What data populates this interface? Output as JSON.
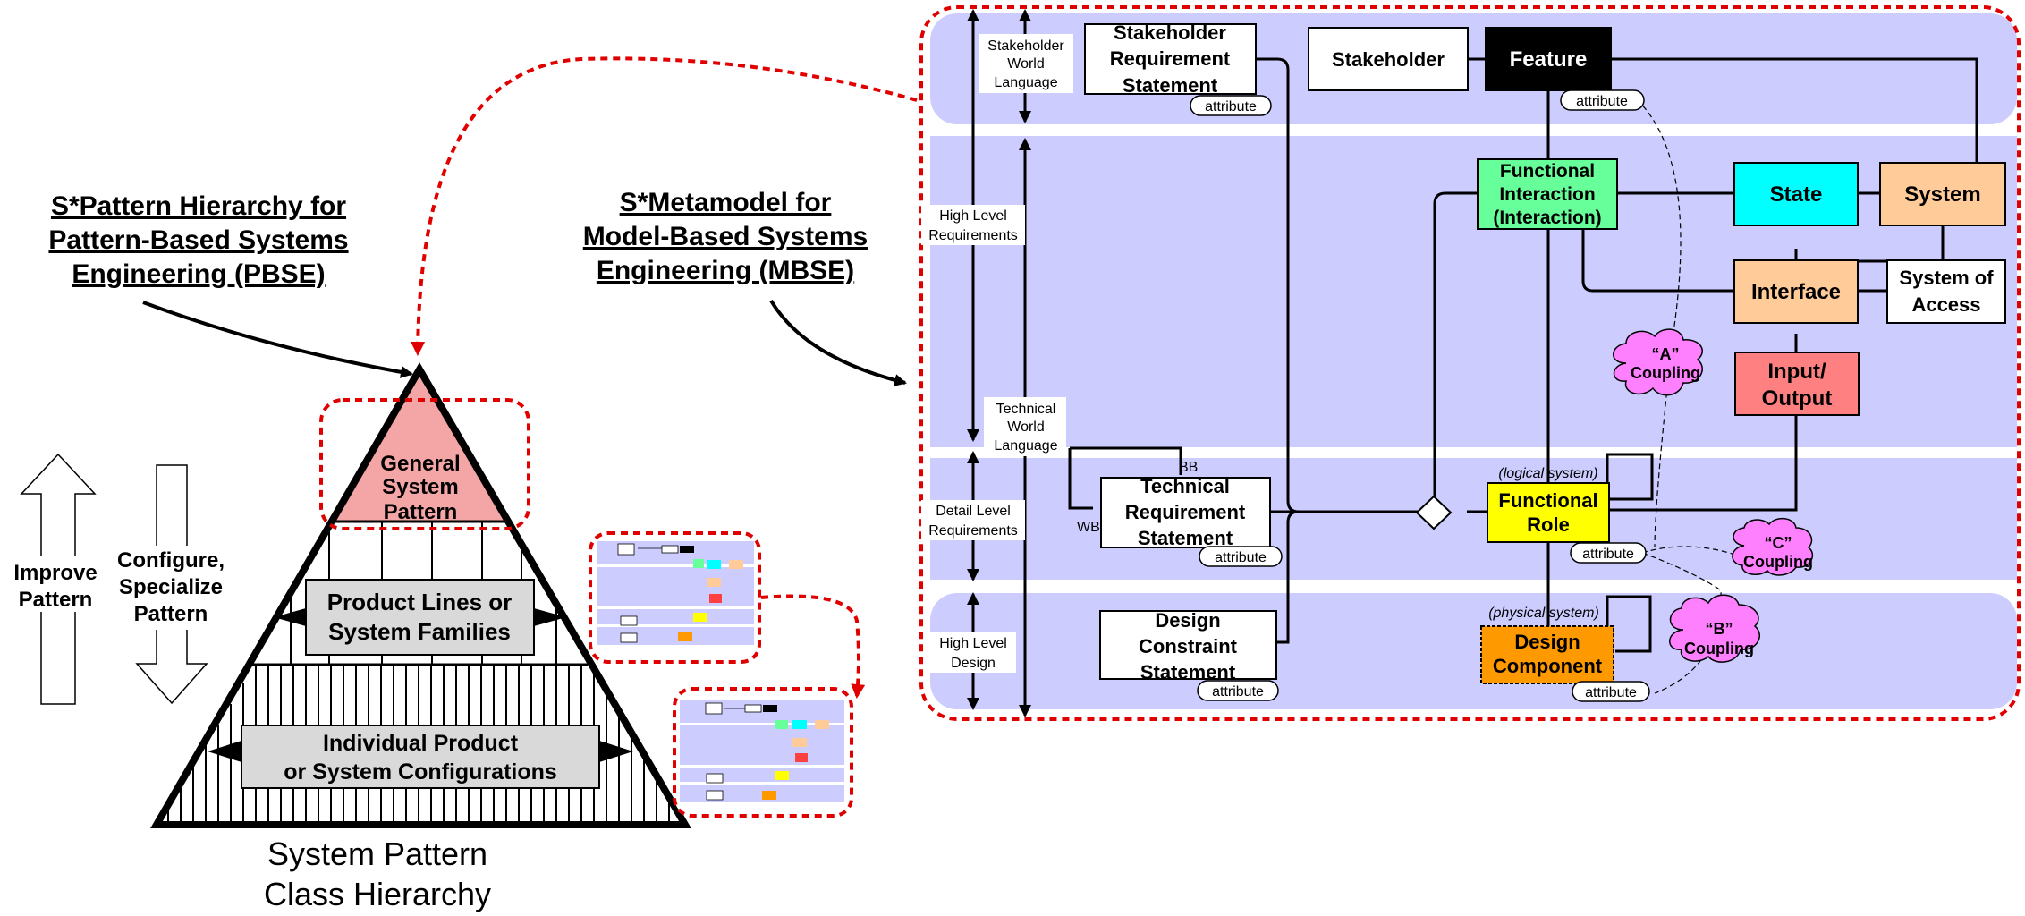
{
  "pyramid": {
    "heading_pbse": [
      "S*Pattern Hierarchy for",
      "Pattern-Based Systems",
      "Engineering (PBSE)"
    ],
    "heading_mbse": [
      "S*Metamodel for",
      "Model-Based Systems",
      "Engineering (MBSE)"
    ],
    "arrow_improve": [
      "Improve",
      "Pattern"
    ],
    "arrow_configure": [
      "Configure,",
      "Specialize",
      "Pattern"
    ],
    "tier_top": [
      "General",
      "System",
      "Pattern"
    ],
    "tier_middle": [
      "Product Lines or",
      "System Families"
    ],
    "tier_bottom": [
      "Individual Product",
      "or System Configurations"
    ],
    "caption": [
      "System Pattern",
      "Class Hierarchy"
    ]
  },
  "metamodel": {
    "bands": {
      "stakeholder_world": [
        "Stakeholder",
        "World",
        "Language"
      ],
      "high_level_requirements": [
        "High Level",
        "Requirements"
      ],
      "technical_world": [
        "Technical",
        "World",
        "Language"
      ],
      "detail_level_requirements": [
        "Detail Level",
        "Requirements"
      ],
      "high_level_design": [
        "High Level",
        "Design"
      ]
    },
    "nodes": {
      "stakeholder_requirement": [
        "Stakeholder",
        "Requirement",
        "Statement"
      ],
      "stakeholder": "Stakeholder",
      "feature": "Feature",
      "functional_interaction": [
        "Functional",
        "Interaction",
        "(Interaction)"
      ],
      "state": "State",
      "system": "System",
      "interface": "Interface",
      "system_of_access": [
        "System of",
        "Access"
      ],
      "input_output": [
        "Input/",
        "Output"
      ],
      "technical_requirement": [
        "Technical",
        "Requirement",
        "Statement"
      ],
      "functional_role": [
        "Functional",
        "Role"
      ],
      "design_constraint": [
        "Design",
        "Constraint",
        "Statement"
      ],
      "design_component": [
        "Design",
        "Component"
      ]
    },
    "attribute_label": "attribute",
    "bb_label": "BB",
    "wb_label": "WB",
    "logical_system": "(logical system)",
    "physical_system": "(physical system)",
    "couplings": {
      "a": [
        "“A”",
        "Coupling"
      ],
      "b": [
        "“B”",
        "Coupling"
      ],
      "c": [
        "“C”",
        "Coupling"
      ]
    },
    "colors": {
      "band_fill": "#ccccff",
      "feature": "#000000",
      "functional_interaction": "#66ff99",
      "state": "#00ffff",
      "system": "#ffcc99",
      "interface": "#ffcc99",
      "input_output": "#ff8080",
      "functional_role": "#ffff00",
      "design_component": "#ff9900",
      "coupling": "#ff80ff",
      "general_pattern": "#f4a6a6",
      "highlight_dashed": "#e00000"
    }
  }
}
